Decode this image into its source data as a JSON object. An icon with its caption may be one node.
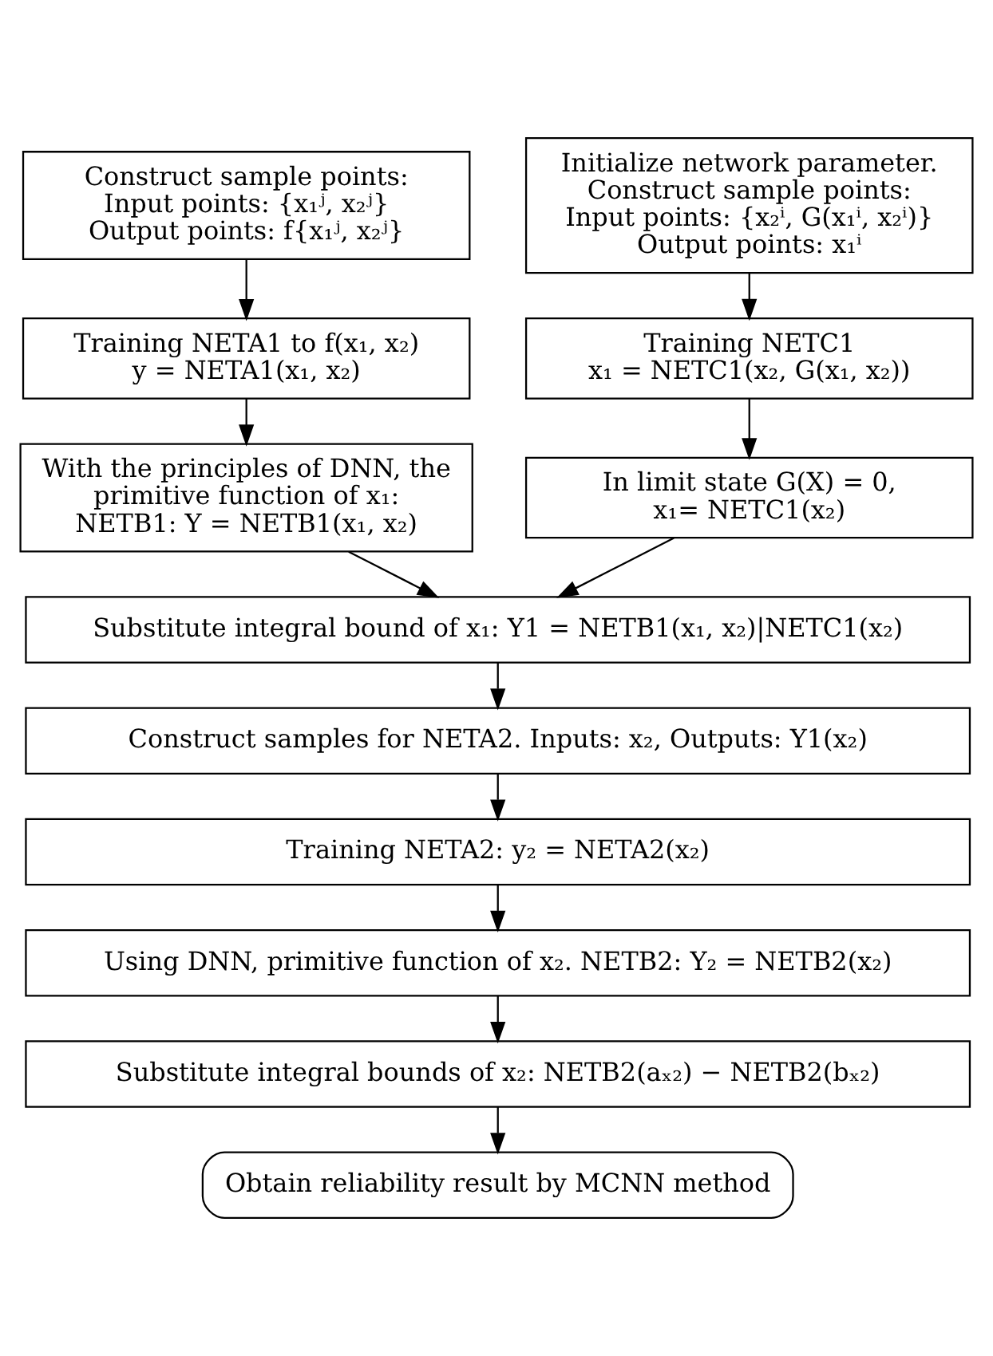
{
  "diagram": {
    "nodes": [
      {
        "text": [
          "Construct sample points:",
          "Input points: {x₁ʲ, x₂ʲ}",
          "Output points: f{x₁ʲ, x₂ʲ}"
        ]
      },
      {
        "text": [
          "Initialize network parameter.",
          "Construct sample points:",
          "Input points: {x₂ⁱ, G(x₁ⁱ, x₂ⁱ)}",
          "Output points: x₁ⁱ"
        ]
      },
      {
        "text": [
          "Training NETA1 to f(x₁, x₂)",
          "y = NETA1(x₁, x₂)"
        ]
      },
      {
        "text": [
          "Training NETC1",
          "x₁ = NETC1(x₂, G(x₁, x₂))"
        ]
      },
      {
        "text": [
          "With the principles of DNN, the primitive function of x₁:",
          "NETB1: Y = NETB1(x₁, x₂)"
        ]
      },
      {
        "text": [
          "In limit state G(X) = 0,",
          "x₁= NETC1(x₂)"
        ]
      },
      {
        "text": [
          "Substitute integral bound of x₁: Y1 = NETB1(x₁, x₂)|NETC1(x₂)"
        ]
      },
      {
        "text": [
          "Construct samples for NETA2. Inputs: x₂, Outputs: Y1(x₂)"
        ]
      },
      {
        "text": [
          "Training NETA2: y₂ = NETA2(x₂)"
        ]
      },
      {
        "text": [
          "Using DNN, primitive function of x₂. NETB2: Y₂ = NETB2(x₂)"
        ]
      },
      {
        "text": [
          "Substitute integral bounds of x₂: NETB2(aₓ₂) − NETB2(bₓ₂)"
        ]
      },
      {
        "text": [
          "Obtain reliability result by MCNN method"
        ]
      }
    ],
    "edges": [
      {
        "from": 0,
        "to": 2,
        "arrow": "to"
      },
      {
        "from": 1,
        "to": 3,
        "arrow": "to"
      },
      {
        "from": 2,
        "to": 4,
        "arrow": "to"
      },
      {
        "from": 3,
        "to": 5,
        "arrow": "to"
      },
      {
        "from": 4,
        "to": 6,
        "arrow": "to"
      },
      {
        "from": 5,
        "to": 6,
        "arrow": "to"
      },
      {
        "from": 6,
        "to": 7,
        "arrow": "to"
      },
      {
        "from": 7,
        "to": 8,
        "arrow": "to"
      },
      {
        "from": 8,
        "to": 9,
        "arrow": "to"
      },
      {
        "from": 9,
        "to": 10,
        "arrow": "to"
      },
      {
        "from": 10,
        "to": 11,
        "arrow": "to"
      }
    ]
  }
}
